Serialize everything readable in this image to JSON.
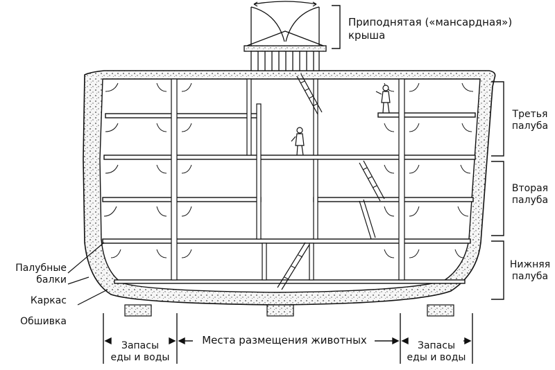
{
  "labels": {
    "roof": [
      "Приподнятая («мансардная»)",
      "крыша"
    ],
    "deck3": [
      "Третья",
      "палуба"
    ],
    "deck2": [
      "Вторая",
      "палуба"
    ],
    "deck1": [
      "Нижняя",
      "палуба"
    ],
    "beams": [
      "Палубные",
      "балки"
    ],
    "frame": "Каркас",
    "planking": "Обшивка",
    "supplies_left": [
      "Запасы",
      "еды и воды"
    ],
    "animals": "Места размещения животных",
    "supplies_right": [
      "Запасы",
      "еды и воды"
    ]
  },
  "colors": {
    "line": "#111111",
    "hull_fill": "#f4f4f4",
    "background": "#ffffff"
  }
}
